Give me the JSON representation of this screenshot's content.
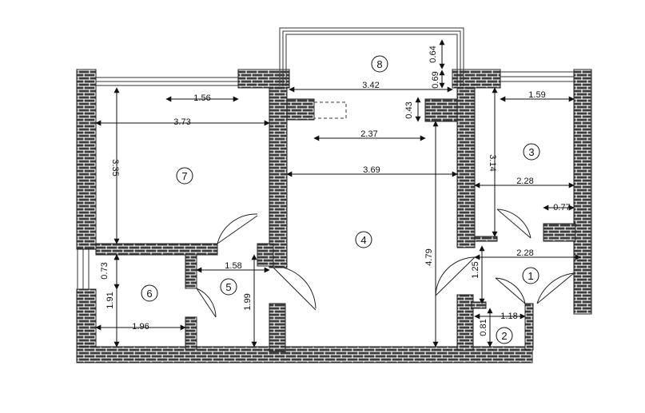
{
  "plan": {
    "rooms": [
      {
        "id": "r1",
        "number": "1"
      },
      {
        "id": "r2",
        "number": "2"
      },
      {
        "id": "r3",
        "number": "3"
      },
      {
        "id": "r4",
        "number": "4"
      },
      {
        "id": "r5",
        "number": "5"
      },
      {
        "id": "r6",
        "number": "6"
      },
      {
        "id": "r7",
        "number": "7"
      },
      {
        "id": "r8",
        "number": "8"
      }
    ],
    "dimensions": [
      {
        "id": "d1",
        "value": "1.56"
      },
      {
        "id": "d2",
        "value": "3.73"
      },
      {
        "id": "d3",
        "value": "3.35"
      },
      {
        "id": "d4",
        "value": "3.42"
      },
      {
        "id": "d5",
        "value": "0.64"
      },
      {
        "id": "d6",
        "value": "0.69"
      },
      {
        "id": "d7",
        "value": "0.43"
      },
      {
        "id": "d8",
        "value": "2.37"
      },
      {
        "id": "d9",
        "value": "3.69"
      },
      {
        "id": "d10",
        "value": "4.79"
      },
      {
        "id": "d11",
        "value": "1.59"
      },
      {
        "id": "d12",
        "value": "3.14"
      },
      {
        "id": "d13",
        "value": "2.28"
      },
      {
        "id": "d14",
        "value": "0.77"
      },
      {
        "id": "d15",
        "value": "2.28"
      },
      {
        "id": "d16",
        "value": "1.25"
      },
      {
        "id": "d17",
        "value": "1.18"
      },
      {
        "id": "d18",
        "value": "0.81"
      },
      {
        "id": "d19",
        "value": "0.73"
      },
      {
        "id": "d20",
        "value": "1.91"
      },
      {
        "id": "d21",
        "value": "1.96"
      },
      {
        "id": "d22",
        "value": "1.58"
      },
      {
        "id": "d23",
        "value": "1.99"
      }
    ]
  }
}
